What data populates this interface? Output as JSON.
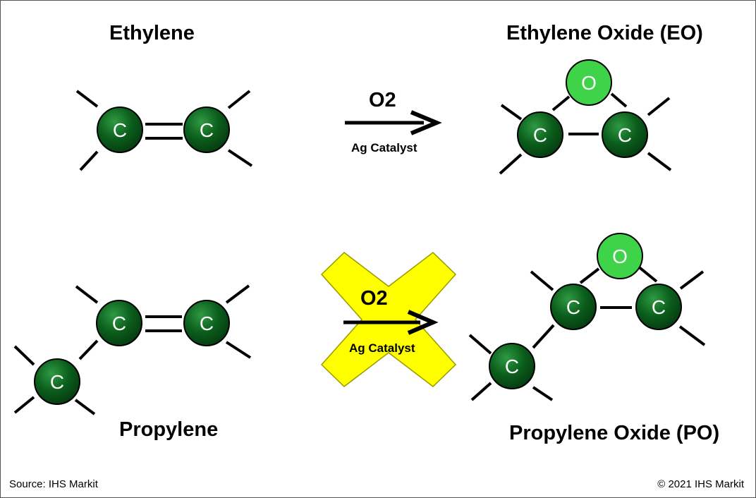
{
  "labels": {
    "ethylene": "Ethylene",
    "ethylene_oxide": "Ethylene Oxide (EO)",
    "propylene": "Propylene",
    "propylene_oxide": "Propylene Oxide (PO)"
  },
  "atoms": {
    "carbon": "C",
    "oxygen": "O"
  },
  "reactions": {
    "top": {
      "reagent": "O2",
      "catalyst": "Ag Catalyst"
    },
    "bottom": {
      "reagent": "O2",
      "catalyst": "Ag Catalyst",
      "crossed_out": true
    }
  },
  "footer": {
    "source": "Source: IHS Markit",
    "copyright": "© 2021 IHS Markit"
  },
  "colors": {
    "carbon_fill": "#0b5e1c",
    "carbon_highlight": "#2f9a43",
    "oxygen_fill": "#3fd34a",
    "cross_fill": "#ffff00",
    "cross_stroke": "#9a9a00",
    "bond": "#000000"
  }
}
